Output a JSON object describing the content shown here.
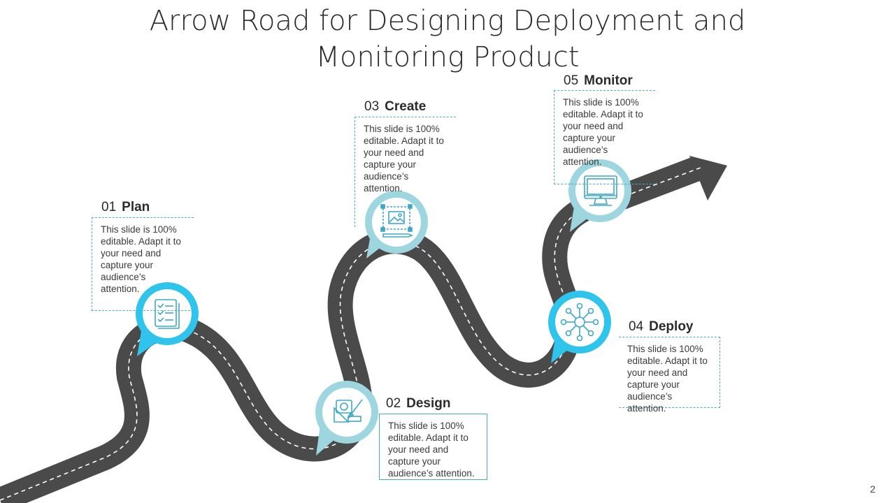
{
  "slide": {
    "title_line1": "Arrow Road for Designing Deployment and",
    "title_line2": "Monitoring Product",
    "page_number": "2"
  },
  "steps": [
    {
      "number": "01",
      "name": "Plan",
      "text": "This slide is 100% editable. Adapt it to your need and capture your audience’s attention.",
      "icon": "checklist-icon"
    },
    {
      "number": "02",
      "name": "Design",
      "text": "This slide is 100% editable. Adapt it to your need and capture your audience’s attention.",
      "icon": "design-tools-icon"
    },
    {
      "number": "03",
      "name": "Create",
      "text": "This slide is 100% editable. Adapt it to your need and capture your audience’s attention.",
      "icon": "image-canvas-icon"
    },
    {
      "number": "04",
      "name": "Deploy",
      "text": "This slide is 100% editable. Adapt it to your need and capture your audience’s attention.",
      "icon": "network-hub-icon"
    },
    {
      "number": "05",
      "name": "Monitor",
      "text": "This slide is 100% editable. Adapt it to your need and capture your audience’s attention.",
      "icon": "monitor-icon"
    }
  ],
  "colors": {
    "road": "#4a4a4a",
    "road_dash": "#ffffff",
    "pin_light": "#9ed6e0",
    "pin_bright": "#2ec4ec",
    "icon_stroke": "#3ea9c6",
    "box_border": "#4bacc6"
  }
}
